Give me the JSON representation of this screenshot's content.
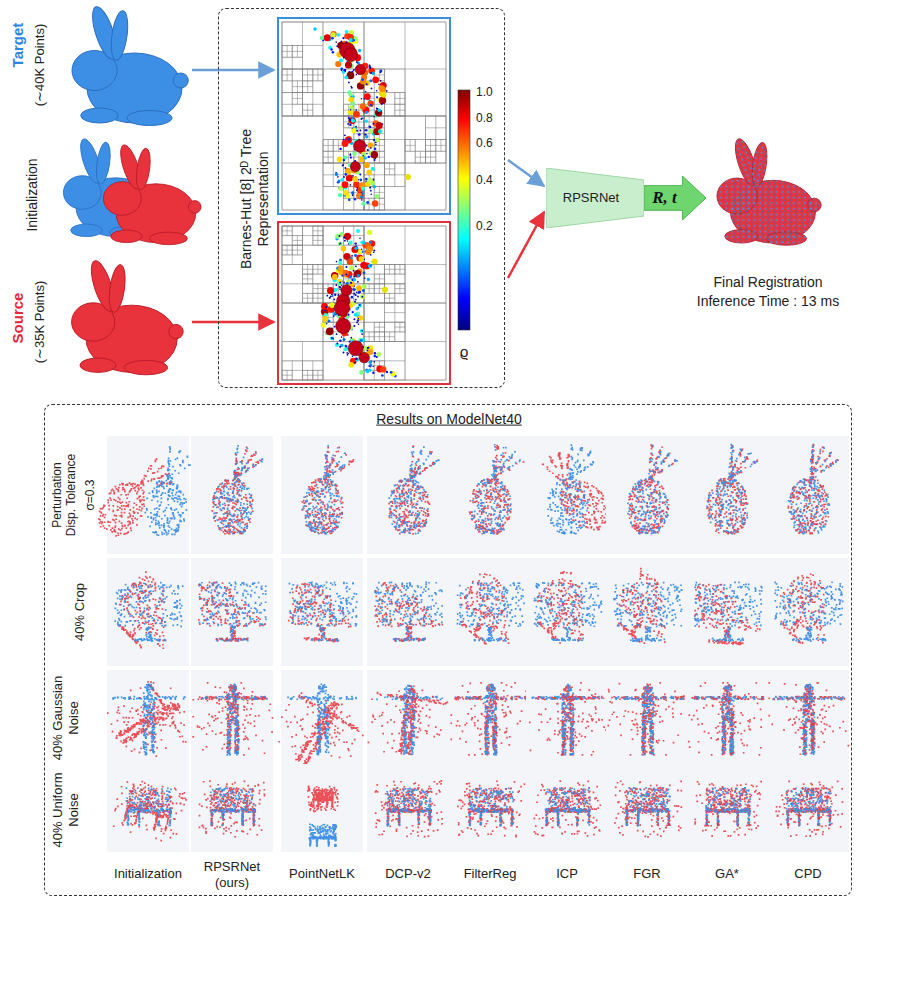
{
  "diagram": {
    "nodes": [
      {
        "text": [
          "Barnes-Hut [8] 2ᴰ Tree Representation"
        ]
      },
      {
        "text": [
          "RPSRNet"
        ]
      },
      {
        "text": [
          "R, t"
        ]
      },
      {
        "text": [
          "Results on ModelNet40"
        ]
      }
    ],
    "labels": [
      "Target",
      "(∼40K Points)",
      "Initialization",
      "Source",
      "(∼35K Points)",
      "1.0",
      "0.8",
      "0.6",
      "0.4",
      "0.2",
      "ϱ",
      "Final Registration",
      "Inference Time : 13 ms",
      "Perturbation Disp. Tolerance",
      "σ=0.3",
      "40% Crop",
      "40% Gaussian Noise",
      "40% Uniform Noise",
      "Initialization",
      "RPSRNet (ours)",
      "PointNetLK",
      "DCP-v2",
      "FilterReg",
      "ICP",
      "FGR",
      "GA*",
      "CPD"
    ]
  }
}
